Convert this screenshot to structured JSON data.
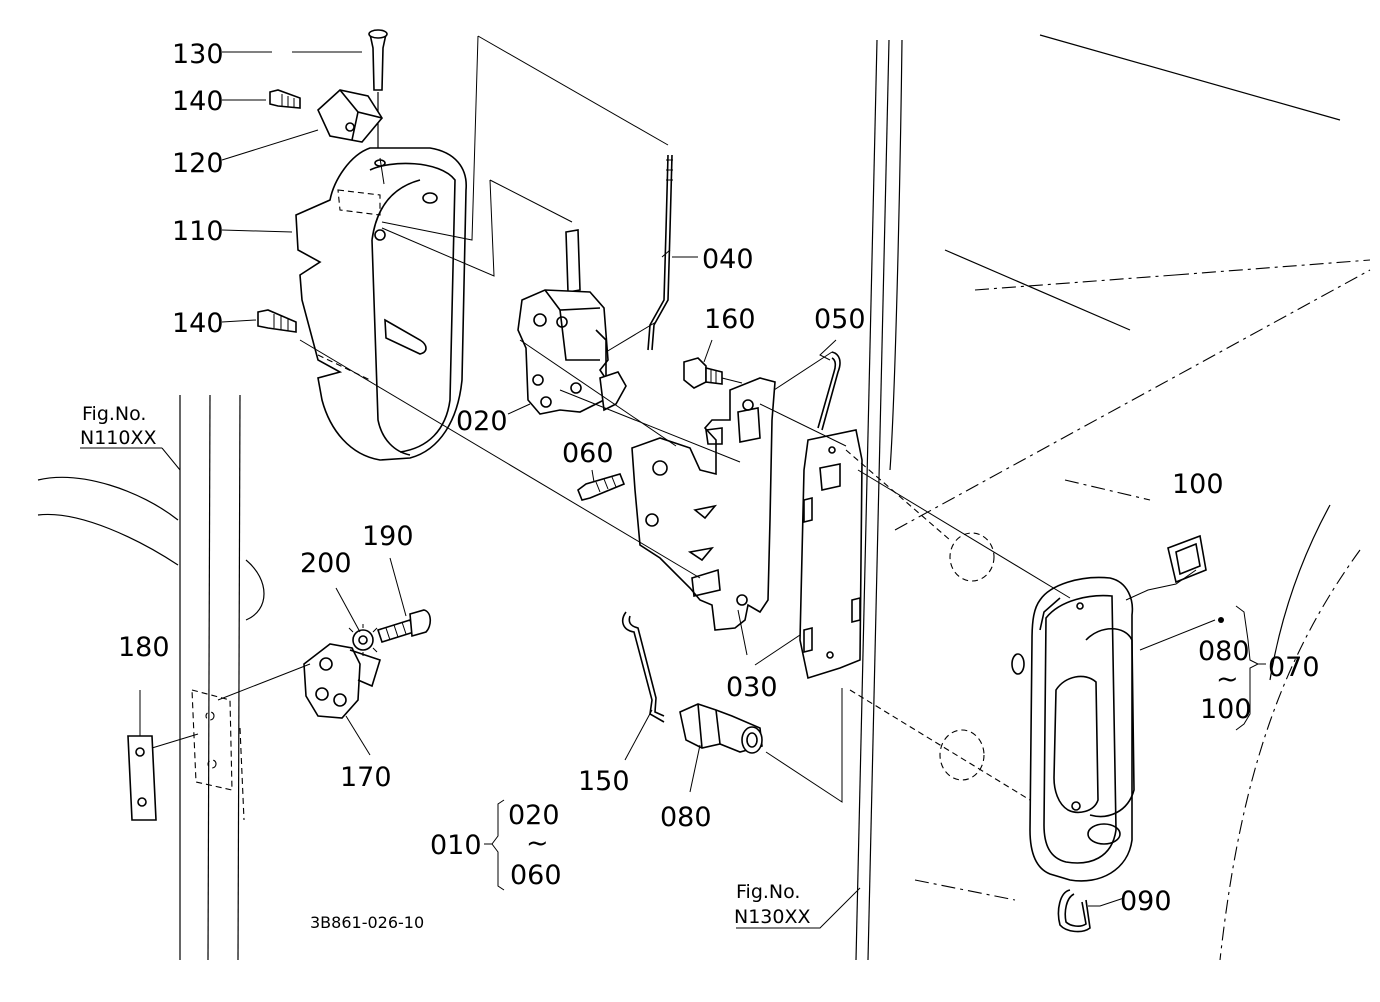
{
  "diagram_code": "3B861-026-10",
  "part_numbers": {
    "p010": "010",
    "p020": "020",
    "p020_range": "020",
    "p030": "030",
    "p040": "040",
    "p050": "050",
    "p060": "060",
    "p060_range": "060",
    "p070": "070",
    "p080": "080",
    "p080_range": "080",
    "p090": "090",
    "p100": "100",
    "p100_range": "100",
    "p110": "110",
    "p120": "120",
    "p130": "130",
    "p140_top": "140",
    "p140_mid": "140",
    "p150": "150",
    "p160": "160",
    "p170": "170",
    "p180": "180",
    "p190": "190",
    "p200": "200"
  },
  "range_symbol": "~",
  "figure_refs": {
    "left": {
      "prefix": "Fig.No.",
      "number": "N110XX"
    },
    "bottom": {
      "prefix": "Fig.No.",
      "number": "N130XX"
    }
  }
}
